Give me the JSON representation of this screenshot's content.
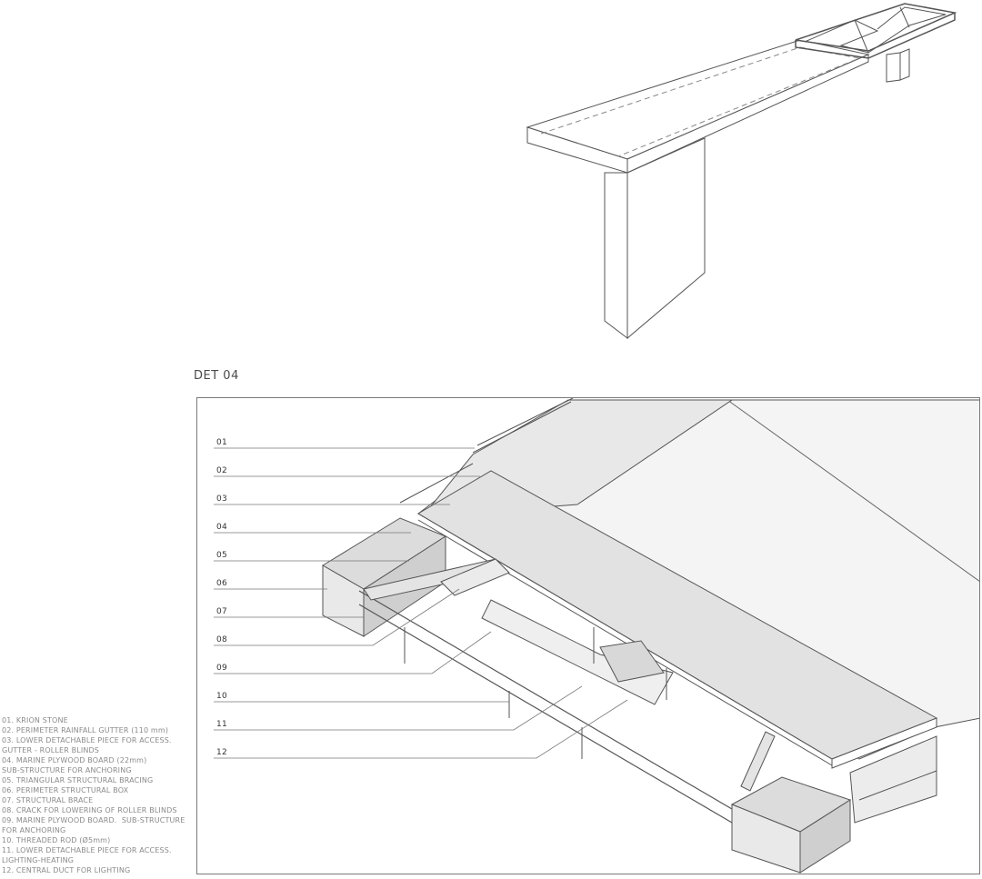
{
  "detail_title": "DET 04",
  "callouts": [
    "01",
    "02",
    "03",
    "04",
    "05",
    "06",
    "07",
    "08",
    "09",
    "10",
    "11",
    "12"
  ],
  "legend": [
    "01. KRION STONE",
    "02. PERIMETER RAINFALL GUTTER (110 mm)",
    "03. LOWER DETACHABLE PIECE FOR ACCESS.",
    "GUTTER - ROLLER BLINDS",
    "04. MARINE PLYWOOD BOARD (22mm)",
    "SUB-STRUCTURE FOR ANCHORING",
    "05. TRIANGULAR STRUCTURAL BRACING",
    "06. PERIMETER STRUCTURAL BOX",
    "07. STRUCTURAL BRACE",
    "08. CRACK FOR LOWERING OF ROLLER BLINDS",
    "09. MARINE PLYWOOD BOARD.  SUB-STRUCTURE",
    "FOR ANCHORING",
    "10. THREADED ROD (Ø5mm)",
    "11. LOWER DETACHABLE PIECE FOR ACCESS.",
    "LIGHTING-HEATING",
    "12. CENTRAL DUCT FOR LIGHTING"
  ],
  "colors": {
    "line": "#555555",
    "fill_light": "#f3f3f3",
    "fill_mid": "#e6e6e6",
    "fill_dark": "#d9d9d9",
    "legend_text": "#8a8a8a"
  }
}
